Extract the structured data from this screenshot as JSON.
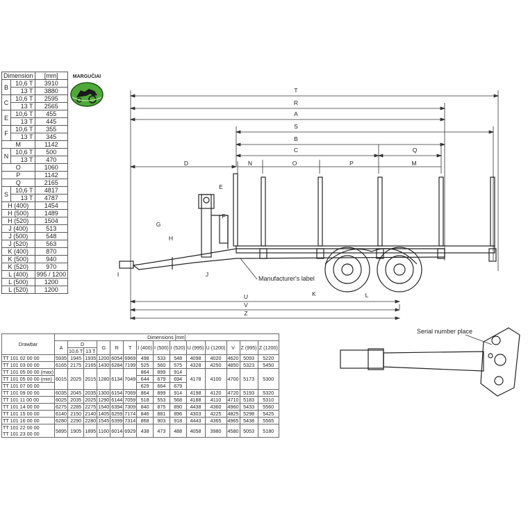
{
  "dimension_table": {
    "header": [
      "Dimension",
      "[mm]"
    ],
    "rows": [
      {
        "dim": "B",
        "sub": "10,6 T",
        "value": "3910"
      },
      {
        "dim": "",
        "sub": "13 T",
        "value": "3880"
      },
      {
        "dim": "C",
        "sub": "10,6 T",
        "value": "2595"
      },
      {
        "dim": "",
        "sub": "13 T",
        "value": "2565"
      },
      {
        "dim": "E",
        "sub": "10,6 T",
        "value": "455"
      },
      {
        "dim": "",
        "sub": "13 T",
        "value": "445"
      },
      {
        "dim": "F",
        "sub": "10,6 T",
        "value": "355"
      },
      {
        "dim": "",
        "sub": "13 T",
        "value": "345"
      },
      {
        "dim": "M",
        "sub": "",
        "value": "1142"
      },
      {
        "dim": "N",
        "sub": "10,6 T",
        "value": "500"
      },
      {
        "dim": "",
        "sub": "13 T",
        "value": "470"
      },
      {
        "dim": "O",
        "sub": "",
        "value": "1060"
      },
      {
        "dim": "P",
        "sub": "",
        "value": "1142"
      },
      {
        "dim": "Q",
        "sub": "",
        "value": "2165"
      },
      {
        "dim": "S",
        "sub": "10,6 T",
        "value": "4817"
      },
      {
        "dim": "",
        "sub": "13 T",
        "value": "4787"
      },
      {
        "dim": "H (400)",
        "sub": "",
        "value": "1454"
      },
      {
        "dim": "H (500)",
        "sub": "",
        "value": "1489"
      },
      {
        "dim": "H (520)",
        "sub": "",
        "value": "1504"
      },
      {
        "dim": "J (400)",
        "sub": "",
        "value": "513"
      },
      {
        "dim": "J (500)",
        "sub": "",
        "value": "548"
      },
      {
        "dim": "J (520)",
        "sub": "",
        "value": "563"
      },
      {
        "dim": "K (400)",
        "sub": "",
        "value": "870"
      },
      {
        "dim": "K (500)",
        "sub": "",
        "value": "940"
      },
      {
        "dim": "K (520)",
        "sub": "",
        "value": "970"
      },
      {
        "dim": "L (400)",
        "sub": "",
        "value": "995 / 1200"
      },
      {
        "dim": "L (500)",
        "sub": "",
        "value": "1200"
      },
      {
        "dim": "L (520)",
        "sub": "",
        "value": "1200"
      }
    ]
  },
  "logo": {
    "text": "MARGUČIAI"
  },
  "drawing": {
    "dimension_letters": [
      "T",
      "R",
      "A",
      "S",
      "B",
      "C",
      "Q",
      "D",
      "N",
      "O",
      "P",
      "M",
      "E",
      "F",
      "G",
      "H",
      "I",
      "J",
      "K",
      "L",
      "U",
      "V",
      "Z"
    ],
    "manufacturer_label": "Manufacturer's label",
    "serial_label": "Serial number place"
  },
  "bottom_table": {
    "dimensions_title": "Dimensions [mm]",
    "drawbar_title": "Drawbar",
    "columns": [
      "A",
      "D",
      "G",
      "R",
      "T",
      "I (400)",
      "I (500)",
      "I (520)",
      "U (995)",
      "U (1200)",
      "V",
      "Z (995)",
      "Z (1200)"
    ],
    "d_subcolumns": [
      "10,6 T",
      "13 T"
    ],
    "rows": [
      [
        "TT 101 02 00 00",
        "5935",
        "1945",
        "1935",
        "1200",
        "6054",
        "6969",
        "498",
        "533",
        "548",
        "4098",
        "4020",
        "4620",
        "5093",
        "5220"
      ],
      [
        "TT 101 03 00 00",
        "6165",
        "2175",
        "2165",
        "1430",
        "6284",
        "7199",
        "525",
        "560",
        "575",
        "4328",
        "4250",
        "4850",
        "5323",
        "5450"
      ]
    ],
    "group_labels": [
      "TT 101 05 00 00 (max)",
      "TT 101 05 00 00 (min)",
      "TT 101 07 00 00"
    ],
    "group_shared": [
      "6015",
      "2025",
      "2015",
      "1280",
      "6134",
      "7049",
      "4178",
      "4100",
      "4700",
      "5173",
      "5300"
    ],
    "group_i": [
      [
        "864",
        "899",
        "914"
      ],
      [
        "644",
        "679",
        "694"
      ],
      [
        "629",
        "664",
        "679"
      ]
    ],
    "rows2": [
      [
        "TT 101 09 00 00",
        "6035",
        "2045",
        "2035",
        "1300",
        "6154",
        "7069",
        "864",
        "899",
        "914",
        "4198",
        "4120",
        "4720",
        "5193",
        "5320"
      ],
      [
        "TT 101 11 00 00",
        "6025",
        "2035",
        "2025",
        "1290",
        "6144",
        "7059",
        "518",
        "553",
        "568",
        "4188",
        "4110",
        "4710",
        "5183",
        "5310"
      ],
      [
        "TT 101 14 00 00",
        "6275",
        "2285",
        "2275",
        "1540",
        "6394",
        "7309",
        "840",
        "875",
        "890",
        "4438",
        "4360",
        "4960",
        "5433",
        "5560"
      ],
      [
        "TT 101 15 00 00",
        "6140",
        "2150",
        "2140",
        "1405",
        "6259",
        "7174",
        "846",
        "881",
        "896",
        "4303",
        "4225",
        "4825",
        "5298",
        "5425"
      ],
      [
        "TT 101 16 00 00",
        "6280",
        "2290",
        "2280",
        "1545",
        "6399",
        "7314",
        "868",
        "903",
        "918",
        "4443",
        "4365",
        "4965",
        "5438",
        "5565"
      ]
    ],
    "last_labels": [
      "TT 101 22 00 00",
      "TT 101 23 00 00"
    ],
    "last_values": [
      "5895",
      "1905",
      "1895",
      "1160",
      "6014",
      "6929",
      "438",
      "473",
      "488",
      "4058",
      "3980",
      "4580",
      "5053",
      "5180"
    ]
  }
}
